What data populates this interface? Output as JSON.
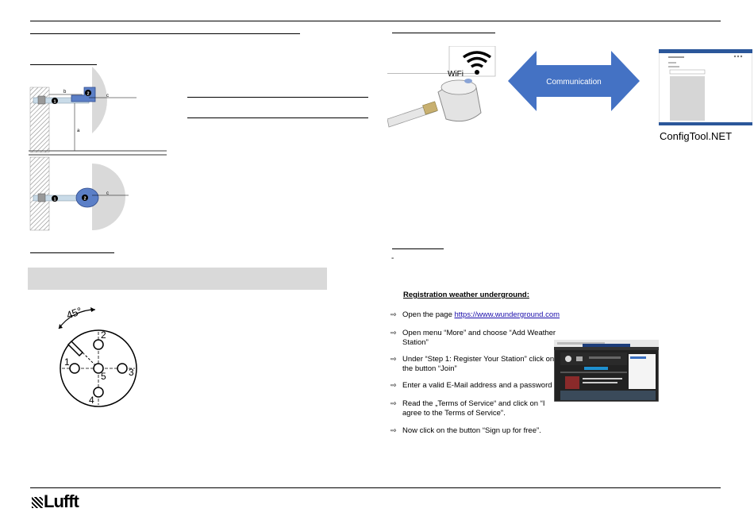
{
  "communication_label": "Communication",
  "wifi_label": "WiFi",
  "configtool_label": "ConfigTool.NET",
  "dimension_labels": {
    "a": "a",
    "b": "b",
    "c": "c",
    "c2": "c",
    "pin1": "1",
    "pin2": "2",
    "pin1b": "1",
    "pin2b": "2"
  },
  "connector": {
    "angle": "45°",
    "pins": [
      "1",
      "2",
      "3",
      "4",
      "5"
    ]
  },
  "list_marker": "-",
  "registration": {
    "title": "Registration weather underground:",
    "steps": [
      {
        "pre": "Open the page ",
        "link": "https://www.wunderground.com",
        "post": ""
      },
      {
        "pre": "Open menu “More” and choose “Add Weather Station”",
        "link": "",
        "post": ""
      },
      {
        "pre": "Under “Step 1: Register Your Station” click on the button “Join”",
        "link": "",
        "post": ""
      },
      {
        "pre": "Enter a valid E-Mail address and a password",
        "link": "",
        "post": ""
      },
      {
        "pre": "Read the „Terms of Service“ and click on “I agree to the Terms of Service”.",
        "link": "",
        "post": ""
      },
      {
        "pre": "Now click on the button “Sign up for free”.",
        "link": "",
        "post": ""
      }
    ],
    "arrow_glyph": "⇨"
  },
  "footer": {
    "logo": "Lufft"
  },
  "colors": {
    "accent_blue": "#4472c4",
    "sensor_blue": "#5b7fc7",
    "gray_area": "#d9d9d9",
    "semi_circle": "#d9d9d9"
  }
}
